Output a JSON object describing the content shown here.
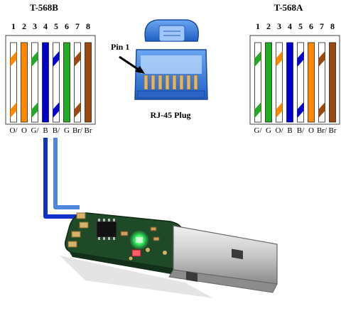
{
  "diagram": {
    "t568b": {
      "title": "T-568B",
      "pins": [
        "1",
        "2",
        "3",
        "4",
        "5",
        "6",
        "7",
        "8"
      ],
      "labels": [
        "O/",
        "O",
        "G/",
        "B",
        "B/",
        "G",
        "Br/",
        "Br"
      ],
      "wires": [
        {
          "color": "#ff8800",
          "striped": true
        },
        {
          "color": "#ff8800",
          "striped": false
        },
        {
          "color": "#22aa22",
          "striped": true
        },
        {
          "color": "#0000cc",
          "striped": false
        },
        {
          "color": "#0000cc",
          "striped": true
        },
        {
          "color": "#22aa22",
          "striped": false
        },
        {
          "color": "#9a4a10",
          "striped": true
        },
        {
          "color": "#9a4a10",
          "striped": false
        }
      ]
    },
    "t568a": {
      "title": "T-568A",
      "pins": [
        "1",
        "2",
        "3",
        "4",
        "5",
        "6",
        "7",
        "8"
      ],
      "labels": [
        "G/",
        "G",
        "O/",
        "B",
        "B/",
        "O",
        "Br/",
        "Br"
      ],
      "wires": [
        {
          "color": "#22aa22",
          "striped": true
        },
        {
          "color": "#22aa22",
          "striped": false
        },
        {
          "color": "#ff8800",
          "striped": true
        },
        {
          "color": "#0000cc",
          "striped": false
        },
        {
          "color": "#0000cc",
          "striped": true
        },
        {
          "color": "#ff8800",
          "striped": false
        },
        {
          "color": "#9a4a10",
          "striped": true
        },
        {
          "color": "#9a4a10",
          "striped": false
        }
      ]
    },
    "plug": {
      "pin1_label": "Pin 1",
      "caption": "RJ-45 Plug"
    },
    "colors": {
      "cable_dark_blue": "#1133cc",
      "cable_light_blue": "#4f86e0",
      "pcb_green": "#1e4a28",
      "plug_blue": "#3a7ad6"
    }
  }
}
